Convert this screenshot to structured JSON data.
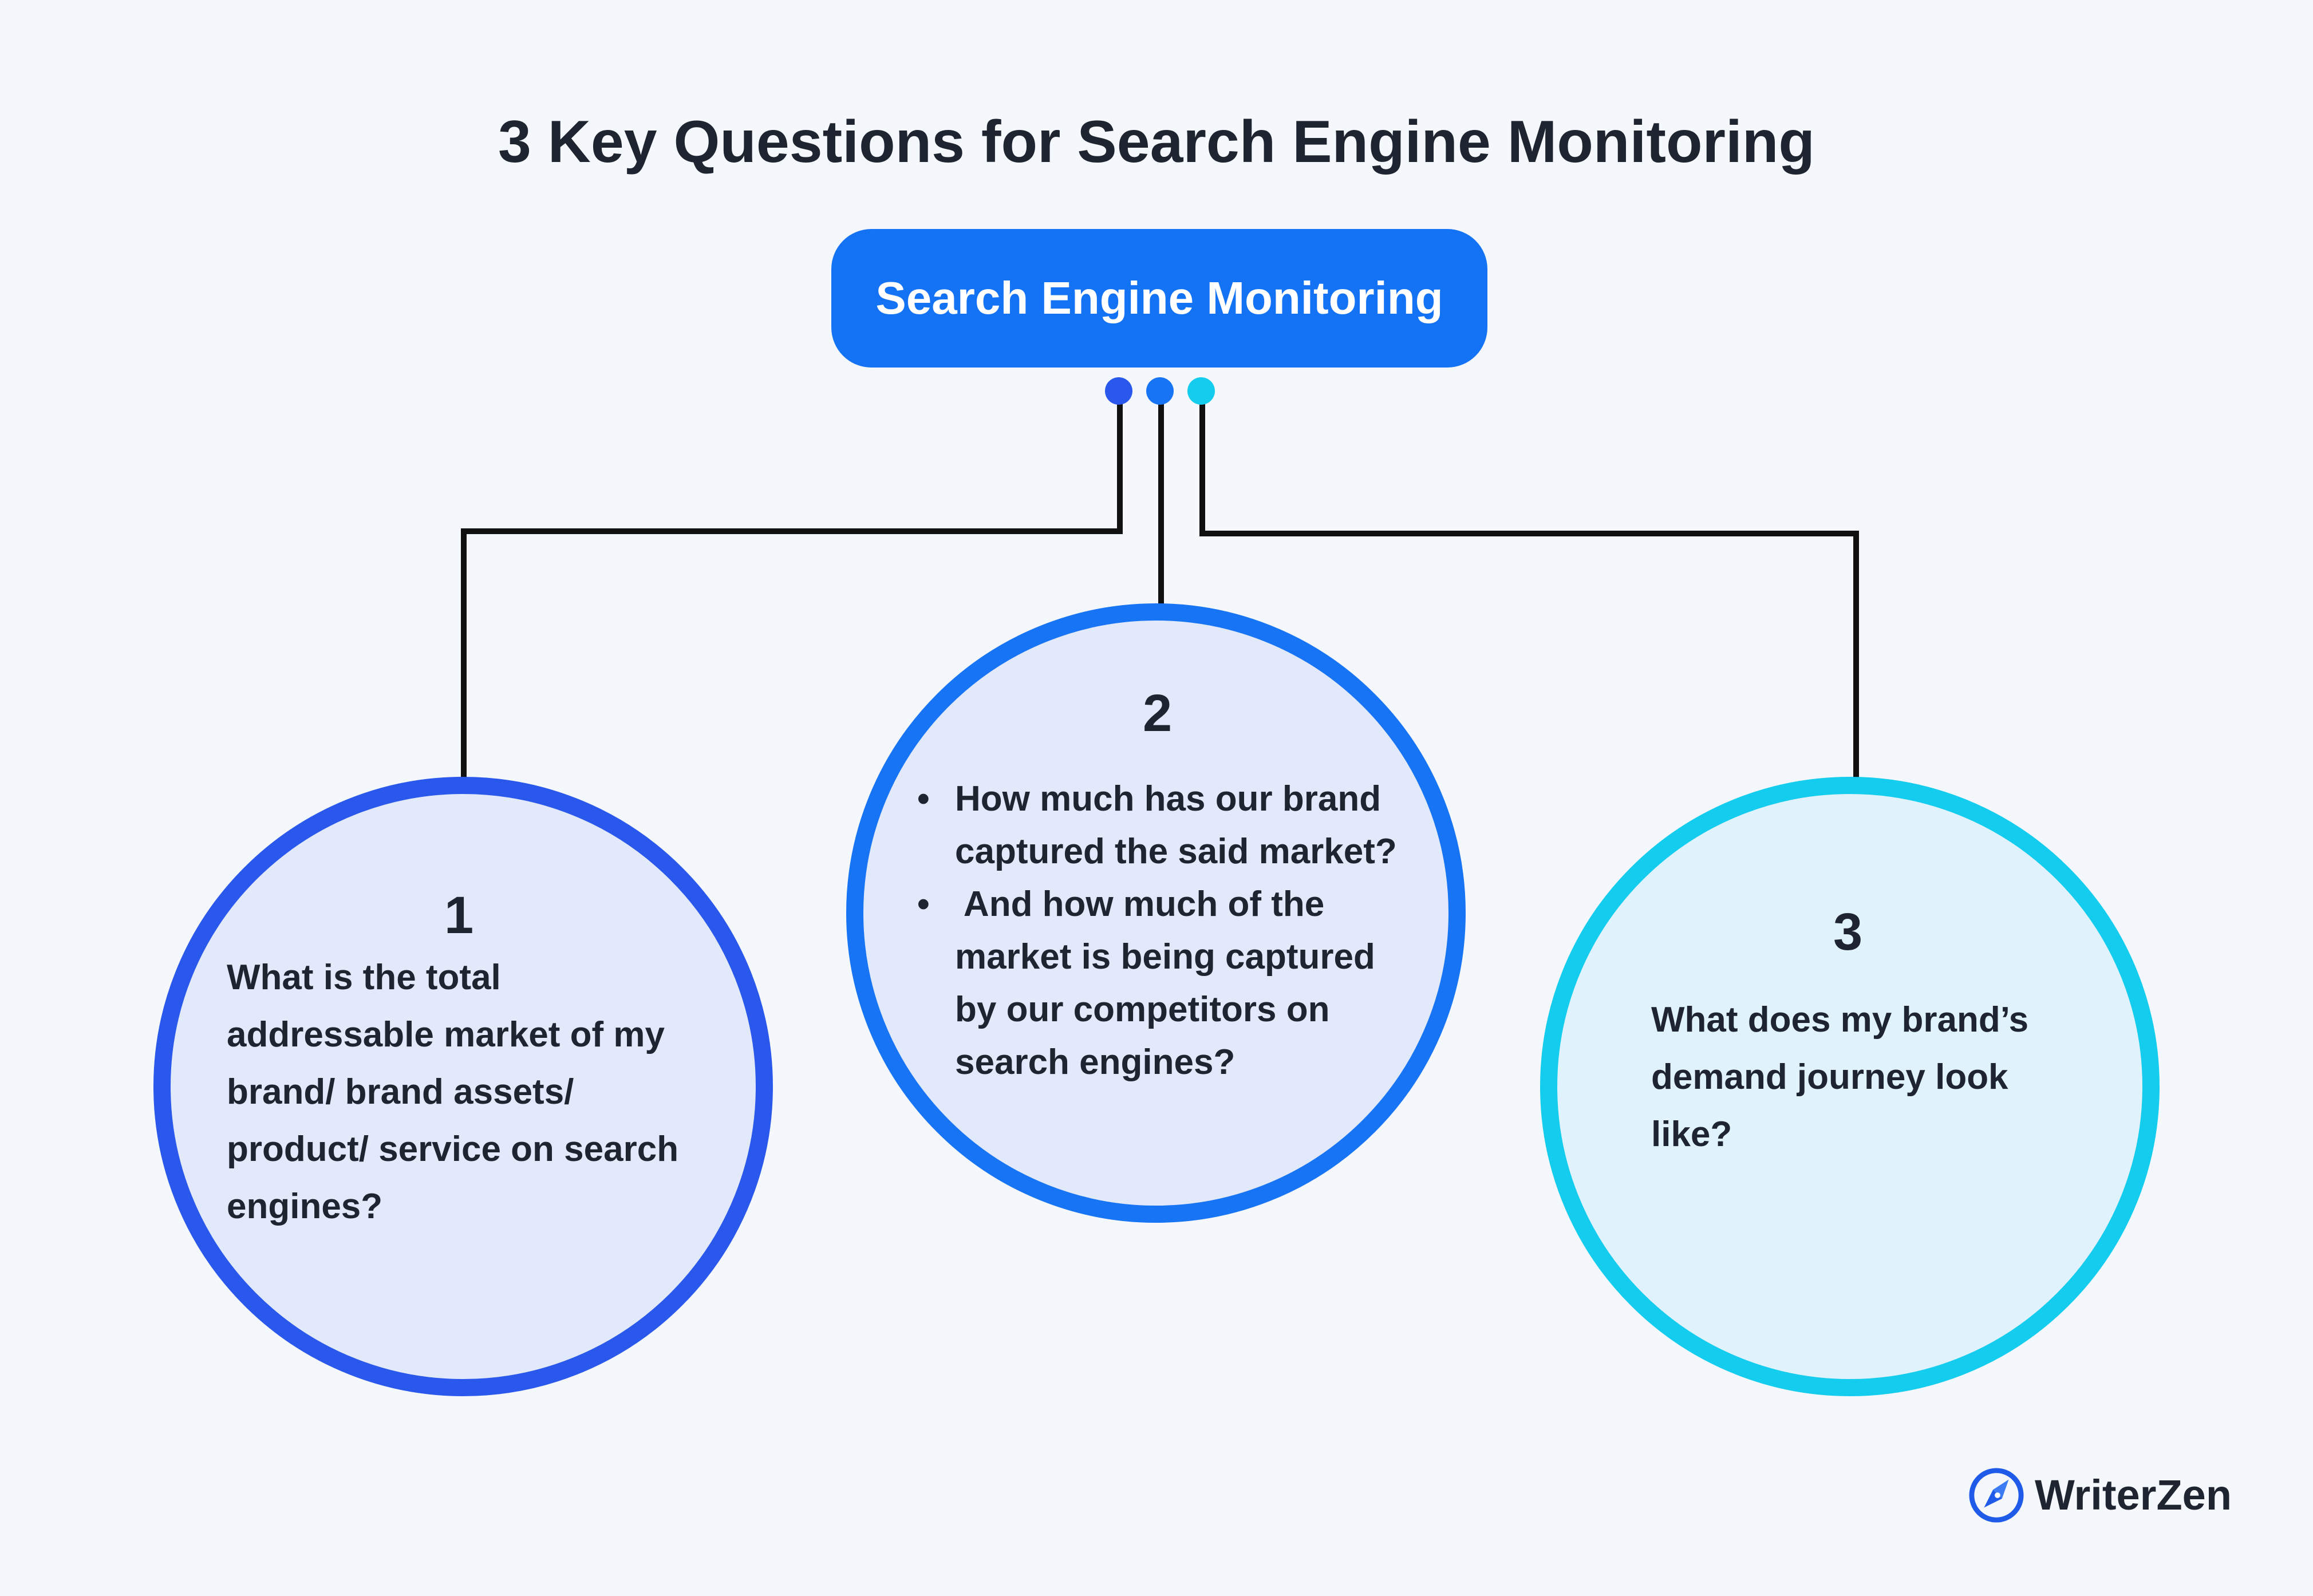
{
  "title": "3 Key Questions for Search Engine Monitoring",
  "root": {
    "label": "Search Engine Monitoring"
  },
  "nodes": [
    {
      "number": "1",
      "lines": [
        "What is the total",
        "addressable market of my",
        "brand/ brand assets/",
        "product/ service on search",
        "engines?"
      ]
    },
    {
      "number": "2",
      "bullets": [
        [
          "How much has our brand",
          "captured the said market?"
        ],
        [
          " And how much of the",
          "market is being captured",
          "by our competitors on",
          "search engines?"
        ]
      ]
    },
    {
      "number": "3",
      "lines": [
        "What does my brand’s",
        "demand journey look",
        "like?"
      ]
    }
  ],
  "colors": {
    "background": "#f4f8fc",
    "root_box": "#1472f5",
    "node1_border": "#2b58ec",
    "node2_border": "#1774f5",
    "node3_border": "#14ccee",
    "connector": "#111111"
  },
  "brand": {
    "name": "WriterZen",
    "icon": "writerzen-logo-icon"
  }
}
